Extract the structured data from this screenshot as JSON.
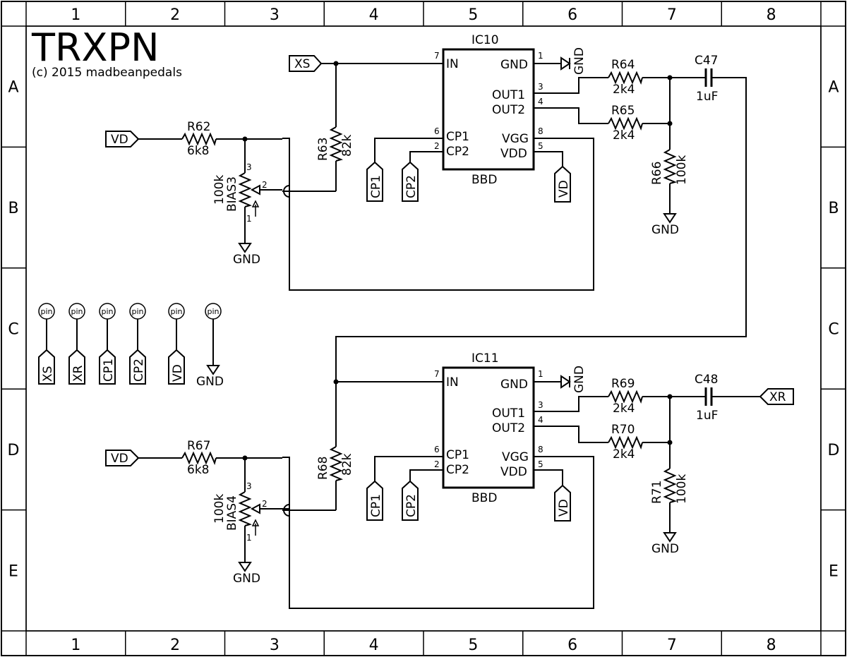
{
  "title": "TRXPN",
  "copyright": "(c) 2015 madbeanpedals",
  "frame": {
    "columns": [
      "1",
      "2",
      "3",
      "4",
      "5",
      "6",
      "7",
      "8"
    ],
    "rows": [
      "A",
      "B",
      "C",
      "D",
      "E"
    ]
  },
  "ports": {
    "xs": "XS",
    "xr": "XR",
    "vd": "VD",
    "cp1": "CP1",
    "cp2": "CP2",
    "gnd": "GND",
    "pin": "pin"
  },
  "stage1": {
    "ic": {
      "name": "IC10",
      "type": "BBD",
      "pins": {
        "in": "IN",
        "gnd": "GND",
        "out1": "OUT1",
        "out2": "OUT2",
        "cp1": "CP1",
        "cp2": "CP2",
        "vgg": "VGG",
        "vdd": "VDD"
      },
      "numbers": {
        "in": "7",
        "gnd": "1",
        "out1": "3",
        "out2": "4",
        "cp1": "6",
        "cp2": "2",
        "vgg": "8",
        "vdd": "5"
      }
    },
    "r_vd": {
      "name": "R62",
      "value": "6k8"
    },
    "r_bias": {
      "name": "R63",
      "value": "82k"
    },
    "trim": {
      "name": "BIAS3",
      "value": "100k",
      "p1": "1",
      "p2": "2",
      "p3": "3"
    },
    "r_out1": {
      "name": "R64",
      "value": "2k4"
    },
    "r_out2": {
      "name": "R65",
      "value": "2k4"
    },
    "r_gnd": {
      "name": "R66",
      "value": "100k"
    },
    "cap": {
      "name": "C47",
      "value": "1uF"
    }
  },
  "stage2": {
    "ic": {
      "name": "IC11",
      "type": "BBD",
      "pins": {
        "in": "IN",
        "gnd": "GND",
        "out1": "OUT1",
        "out2": "OUT2",
        "cp1": "CP1",
        "cp2": "CP2",
        "vgg": "VGG",
        "vdd": "VDD"
      },
      "numbers": {
        "in": "7",
        "gnd": "1",
        "out1": "3",
        "out2": "4",
        "cp1": "6",
        "cp2": "2",
        "vgg": "8",
        "vdd": "5"
      }
    },
    "r_vd": {
      "name": "R67",
      "value": "6k8"
    },
    "r_bias": {
      "name": "R68",
      "value": "82k"
    },
    "trim": {
      "name": "BIAS4",
      "value": "100k",
      "p1": "1",
      "p2": "2",
      "p3": "3"
    },
    "r_out1": {
      "name": "R69",
      "value": "2k4"
    },
    "r_out2": {
      "name": "R70",
      "value": "2k4"
    },
    "r_gnd": {
      "name": "R71",
      "value": "100k"
    },
    "cap": {
      "name": "C48",
      "value": "1uF"
    }
  },
  "pins_row": [
    "XS",
    "XR",
    "CP1",
    "CP2",
    "VD",
    "GND"
  ]
}
